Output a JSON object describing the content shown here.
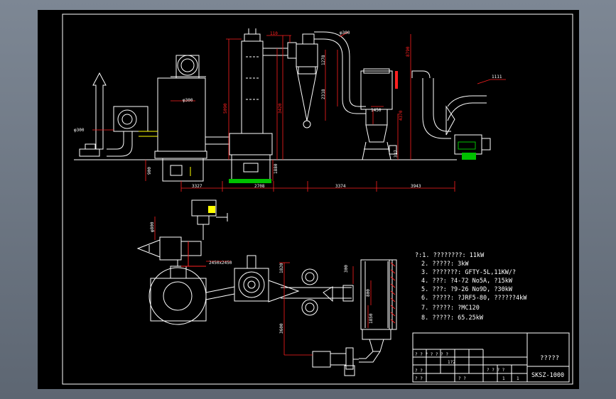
{
  "colors": {
    "frame_bg": "#7d8794",
    "sheet": "#000000",
    "line": "#ffffff",
    "dimension": "#ff2020",
    "accent_yellow": "#ffff00",
    "accent_green": "#00c000"
  },
  "top_dims": {
    "d1": "110",
    "d2": "φ300",
    "d3": "5090",
    "d4": "3420",
    "d5": "8790",
    "d6": "4370",
    "d7": "φ300",
    "d8": "3327",
    "d9": "2708",
    "d10": "3374",
    "d11": "3943",
    "d12": "900",
    "d13": "1880",
    "d14": "1450",
    "d15": "1278",
    "d16": "2318",
    "d17": "327",
    "d18": "1111",
    "d19": "φ300"
  },
  "plan_dims": {
    "p1": "φ800",
    "p2": "2450x2450",
    "p3": "1820",
    "p4": "300",
    "p5": "3600",
    "p6": "1850",
    "p7": "800"
  },
  "spec_list": [
    "?:1. ????????: 11kW",
    "2. ?????: 3kW",
    "3. ???????: GFTY-5L,11KW/?",
    "4. ???: ?4-72 No5A, ?15kW",
    "5. ???: ?9-26 No9D, ?30kW",
    "6. ?????: ?JRF5-80, ??????4kW",
    "7. ?????: ?MC120",
    "8. ?????: 65.25kW"
  ],
  "title_block": {
    "title": "?????",
    "drawing_no": "SKSZ-1000",
    "row_a": "? ? ? ? ? ? ?",
    "row_b": "? ?",
    "row_c": "? ?",
    "cell_1": "1?2",
    "cell_2": "? ? ? ?",
    "cell_3": "? ?",
    "cell_4": "1",
    "cell_5": "1"
  }
}
